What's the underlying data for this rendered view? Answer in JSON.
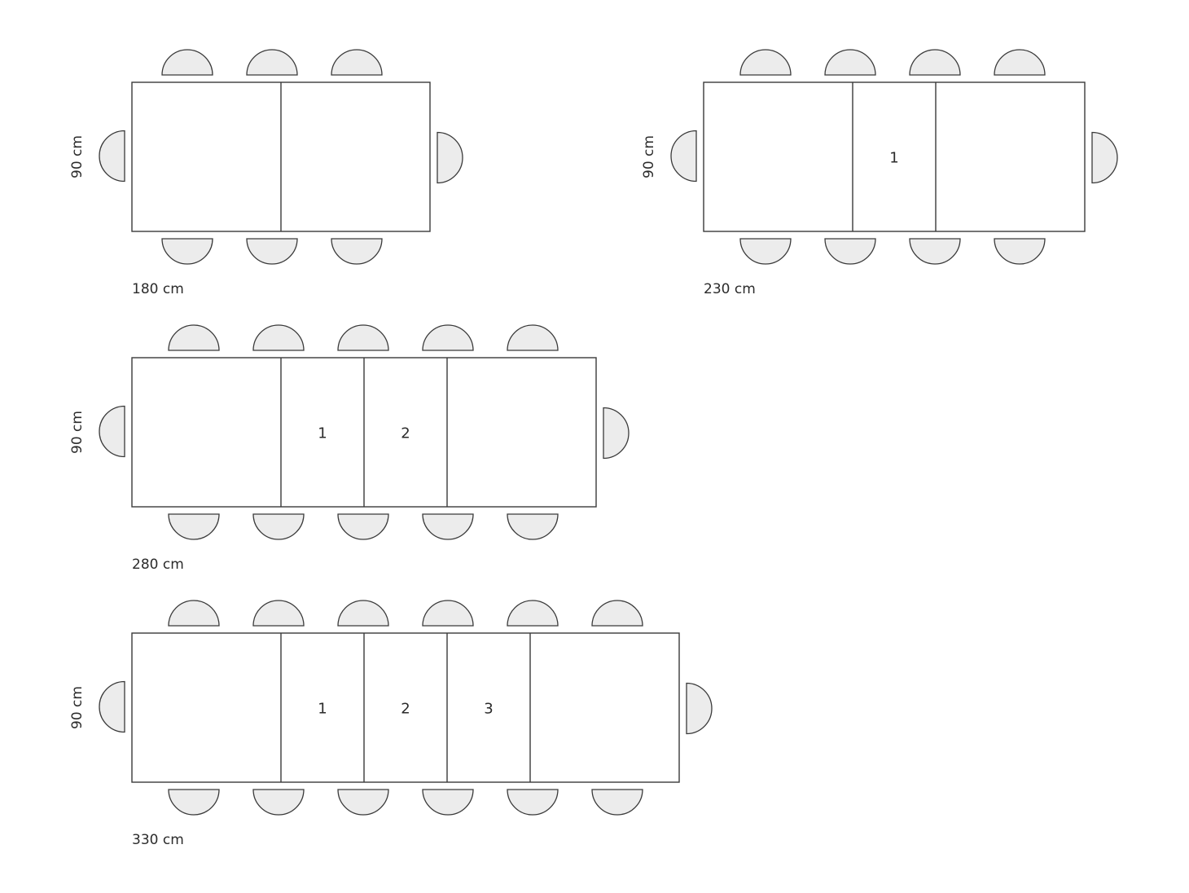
{
  "colors": {
    "table_fill": "#ffffff",
    "chair_fill": "#ececec",
    "line": "#3a3a3a",
    "text": "#2b2b2b"
  },
  "configurations": [
    {
      "length_label": "180 cm",
      "width_label": "90 cm",
      "extension_leaves": [],
      "chairs_per_long_side": 3,
      "chairs_per_end": 1
    },
    {
      "length_label": "230 cm",
      "width_label": "90 cm",
      "extension_leaves": [
        "1"
      ],
      "chairs_per_long_side": 4,
      "chairs_per_end": 1
    },
    {
      "length_label": "280 cm",
      "width_label": "90 cm",
      "extension_leaves": [
        "1",
        "2"
      ],
      "chairs_per_long_side": 5,
      "chairs_per_end": 1
    },
    {
      "length_label": "330 cm",
      "width_label": "90 cm",
      "extension_leaves": [
        "1",
        "2",
        "3"
      ],
      "chairs_per_long_side": 6,
      "chairs_per_end": 1
    }
  ]
}
